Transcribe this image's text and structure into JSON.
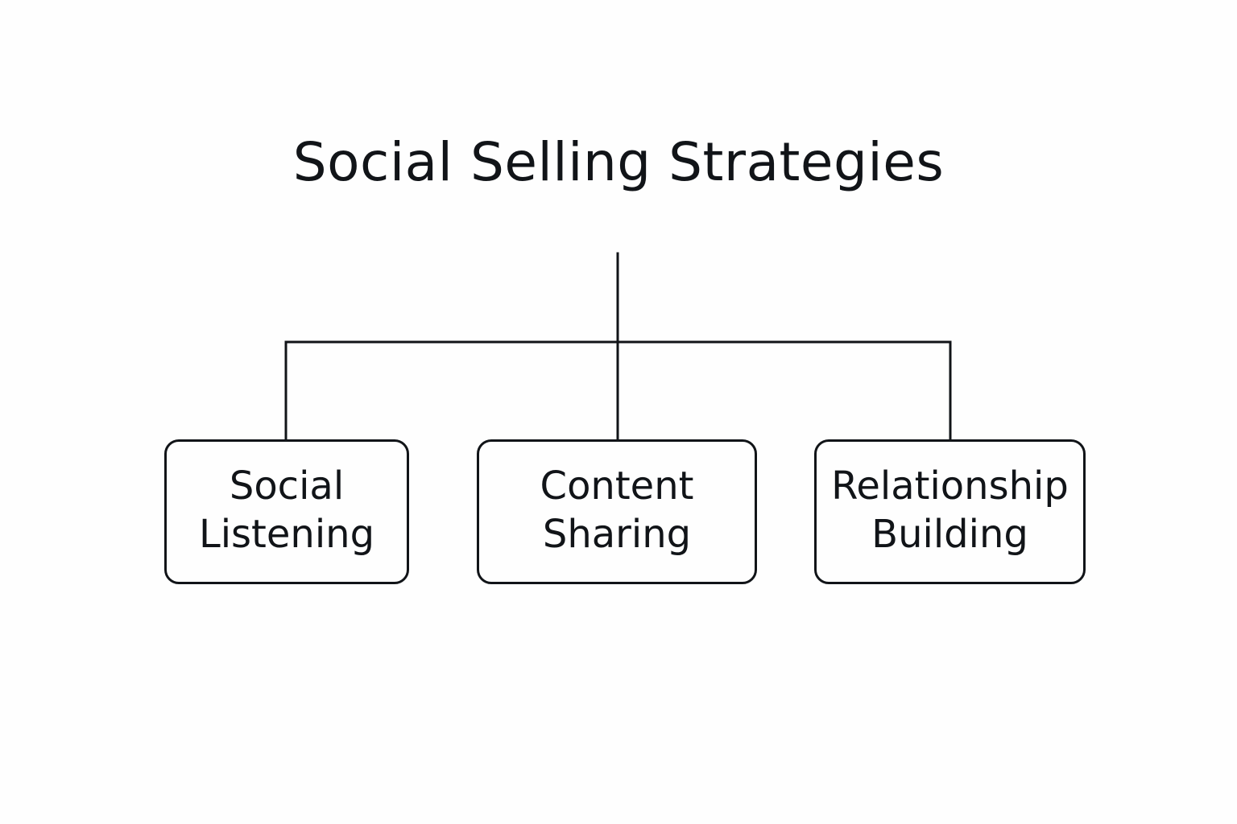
{
  "diagram": {
    "title": "Social Selling Strategies",
    "nodes": [
      {
        "label": "Social\nListening"
      },
      {
        "label": "Content\nSharing"
      },
      {
        "label": "Relationship\nBuilding"
      }
    ],
    "colors": {
      "stroke": "#111418",
      "background": "#fefefe"
    }
  }
}
